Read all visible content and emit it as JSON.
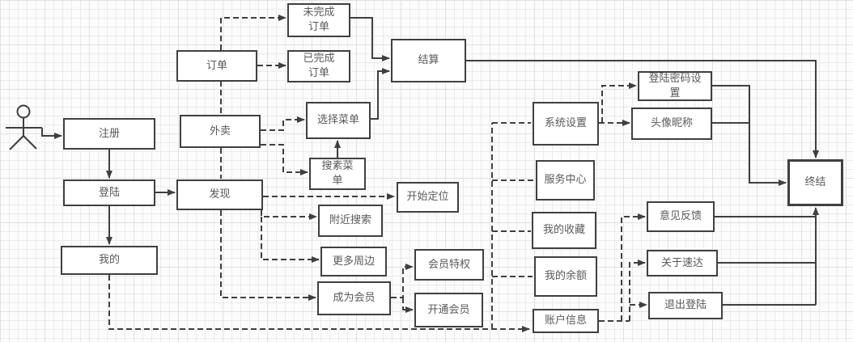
{
  "colors": {
    "line": "#3f3f3f",
    "box_border": "#404040",
    "text": "#595959",
    "background": "#fcfcfc",
    "grid": "#ebebeb",
    "grid_major": "#e1e1e1"
  },
  "icons": {
    "actor": "stick-figure-user"
  },
  "nodes": {
    "register": {
      "label": "注册"
    },
    "login": {
      "label": "登陆"
    },
    "mine": {
      "label": "我的"
    },
    "orders": {
      "label": "订单"
    },
    "takeout": {
      "label": "外卖"
    },
    "discover": {
      "label": "发现"
    },
    "unfinished_orders": {
      "label": "未完成订单"
    },
    "finished_orders": {
      "label": "已完成订单"
    },
    "choose_menu": {
      "label": "选择菜单"
    },
    "search_menu": {
      "label": "搜素菜单"
    },
    "checkout": {
      "label": "结算"
    },
    "start_locating": {
      "label": "开始定位"
    },
    "nearby_search": {
      "label": "附近搜索"
    },
    "more_nearby": {
      "label": "更多周边"
    },
    "become_member": {
      "label": "成为会员"
    },
    "member_privileges": {
      "label": "会员特权"
    },
    "activate_member": {
      "label": "开通会员"
    },
    "system_settings": {
      "label": "系统设置"
    },
    "service_center": {
      "label": "服务中心"
    },
    "my_favorites": {
      "label": "我的收藏"
    },
    "my_balance": {
      "label": "我的余额"
    },
    "account_info": {
      "label": "账户信息"
    },
    "password_settings": {
      "label": "登陆密码设置"
    },
    "avatar_nickname": {
      "label": "头像昵称"
    },
    "feedback": {
      "label": "意见反馈"
    },
    "about_suda": {
      "label": "关于速达"
    },
    "logout": {
      "label": "退出登陆"
    },
    "end": {
      "label": "终结"
    }
  },
  "edges": [
    {
      "from": "user",
      "to": "register",
      "style": "solid-arrow"
    },
    {
      "from": "register",
      "to": "login",
      "style": "solid-arrow"
    },
    {
      "from": "login",
      "to": "mine",
      "style": "solid-arrow"
    },
    {
      "from": "login",
      "to": "discover",
      "style": "solid-arrow"
    },
    {
      "from": "orders",
      "to": "unfinished_orders",
      "style": "dashed-arrow"
    },
    {
      "from": "orders",
      "to": "finished_orders",
      "style": "dashed-arrow"
    },
    {
      "from": "orders",
      "to": "takeout",
      "style": "dashed-line"
    },
    {
      "from": "takeout",
      "to": "discover",
      "style": "dashed-line"
    },
    {
      "from": "takeout",
      "to": "choose_menu",
      "style": "dashed-arrow"
    },
    {
      "from": "takeout",
      "to": "search_menu",
      "style": "dashed-arrow"
    },
    {
      "from": "search_menu",
      "to": "choose_menu",
      "style": "solid-arrow"
    },
    {
      "from": "unfinished_orders",
      "to": "checkout",
      "style": "solid-arrow"
    },
    {
      "from": "choose_menu",
      "to": "checkout",
      "style": "solid-arrow"
    },
    {
      "from": "checkout",
      "to": "end",
      "style": "solid-arrow"
    },
    {
      "from": "discover",
      "to": "start_locating",
      "style": "dashed-arrow"
    },
    {
      "from": "discover",
      "to": "nearby_search",
      "style": "dashed-arrow"
    },
    {
      "from": "discover",
      "to": "more_nearby",
      "style": "dashed-arrow"
    },
    {
      "from": "discover",
      "to": "become_member",
      "style": "dashed-arrow"
    },
    {
      "from": "become_member",
      "to": "member_privileges",
      "style": "dashed-arrow"
    },
    {
      "from": "become_member",
      "to": "activate_member",
      "style": "dashed-arrow"
    },
    {
      "from": "mine",
      "to": "account_info",
      "style": "dashed-arrow"
    },
    {
      "from": "mine",
      "to": "system_settings",
      "style": "dashed-line"
    },
    {
      "from": "mine",
      "to": "service_center",
      "style": "dashed-line"
    },
    {
      "from": "mine",
      "to": "my_favorites",
      "style": "dashed-line"
    },
    {
      "from": "mine",
      "to": "my_balance",
      "style": "dashed-line"
    },
    {
      "from": "system_settings",
      "to": "password_settings",
      "style": "dashed-arrow"
    },
    {
      "from": "system_settings",
      "to": "avatar_nickname",
      "style": "dashed-arrow"
    },
    {
      "from": "account_info",
      "to": "feedback",
      "style": "dashed-arrow"
    },
    {
      "from": "account_info",
      "to": "about_suda",
      "style": "dashed-arrow"
    },
    {
      "from": "account_info",
      "to": "logout",
      "style": "dashed-arrow"
    },
    {
      "from": "password_settings",
      "to": "end",
      "style": "solid-arrow"
    },
    {
      "from": "avatar_nickname",
      "to": "end",
      "style": "solid-arrow"
    },
    {
      "from": "feedback",
      "to": "end",
      "style": "solid-arrow"
    },
    {
      "from": "about_suda",
      "to": "end",
      "style": "solid-arrow"
    },
    {
      "from": "logout",
      "to": "end",
      "style": "solid-arrow"
    }
  ]
}
